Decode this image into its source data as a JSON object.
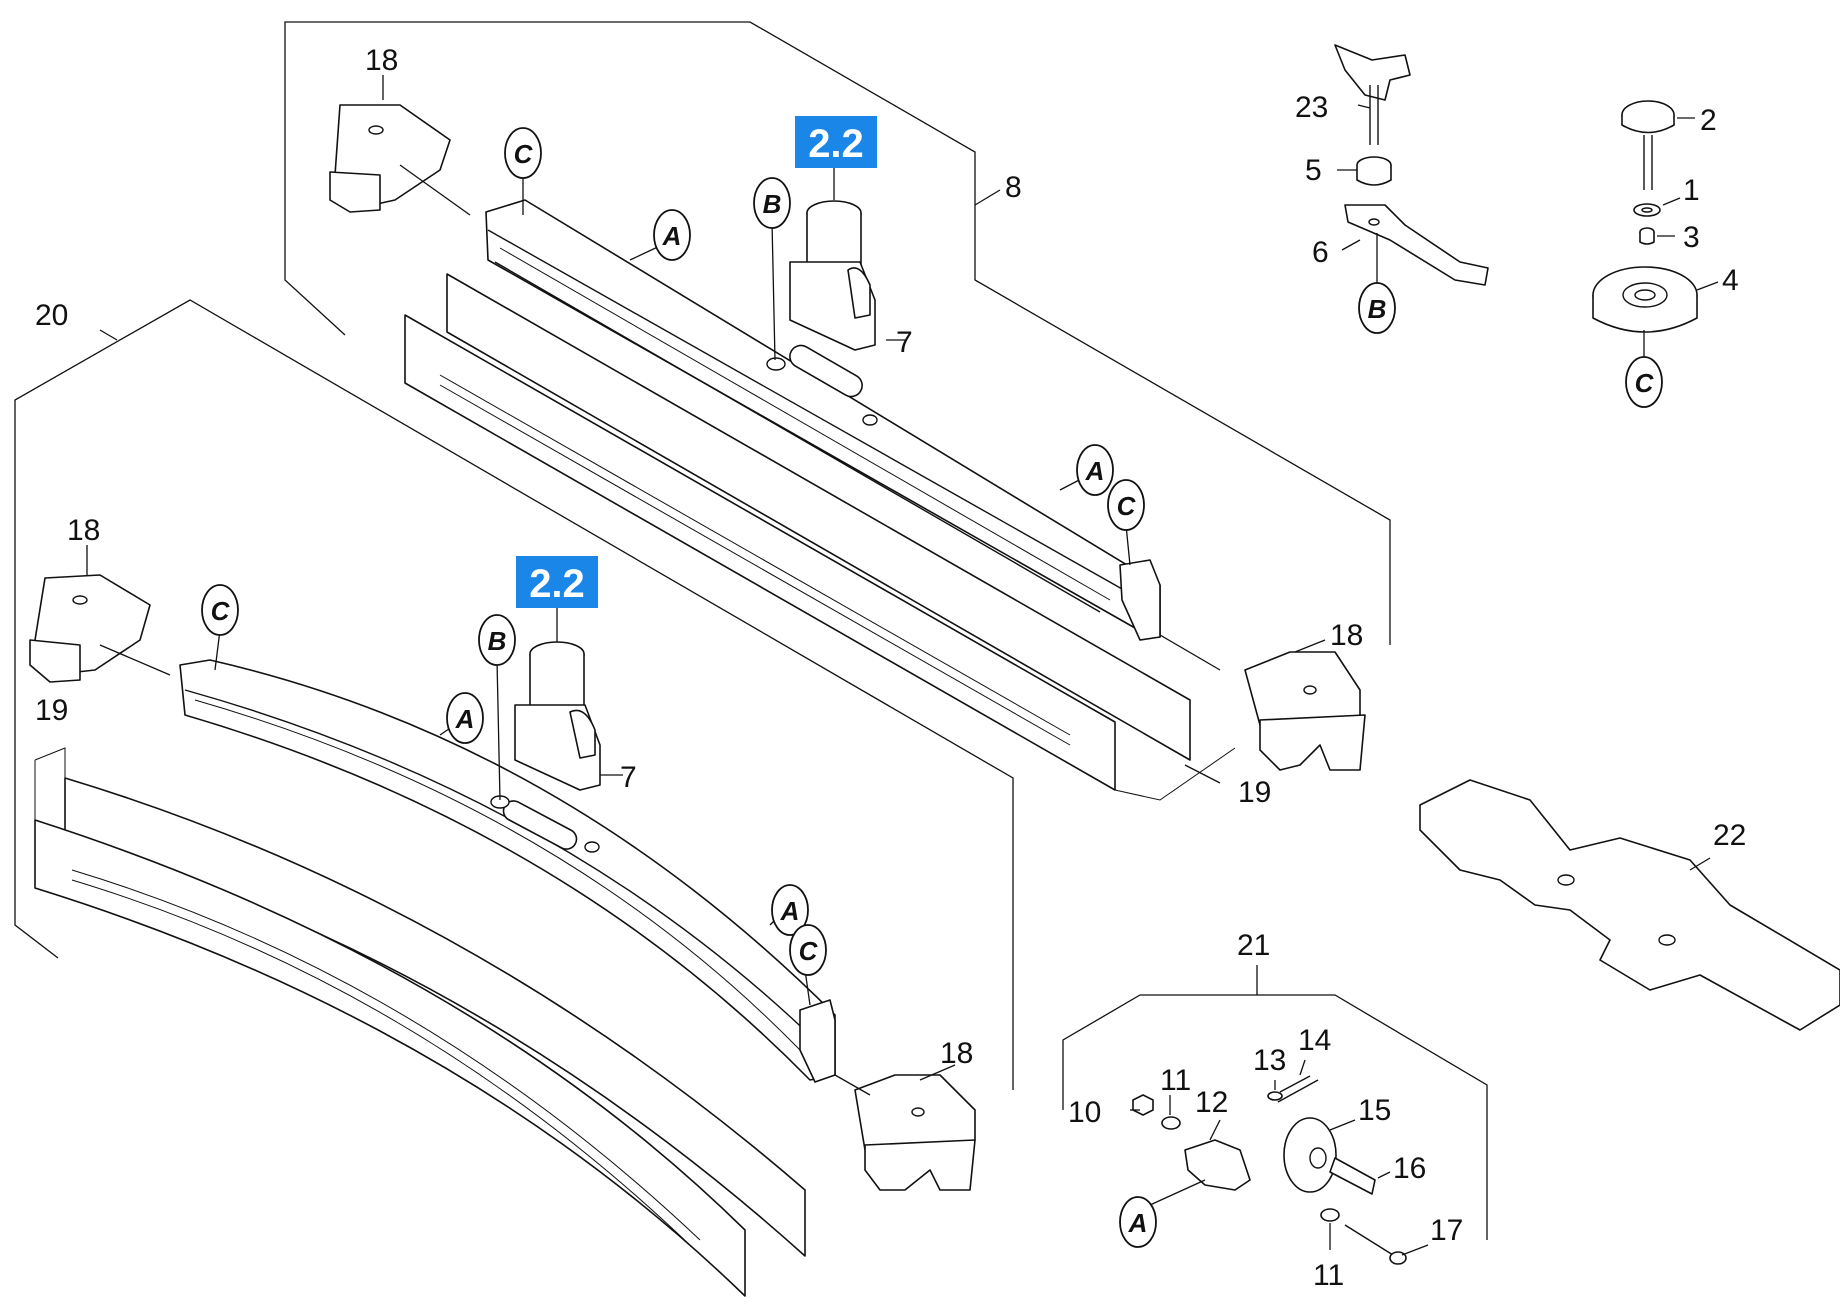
{
  "callouts": {
    "c1": "1",
    "c2": "2",
    "c3": "3",
    "c4": "4",
    "c5": "5",
    "c6": "6",
    "c7_top": "7",
    "c7_bottom": "7",
    "c8": "8",
    "c10": "10",
    "c11_upper": "11",
    "c11_lower": "11",
    "c12": "12",
    "c13": "13",
    "c14": "14",
    "c15": "15",
    "c16": "16",
    "c17": "17",
    "c18_top_left": "18",
    "c18_top_right": "18",
    "c18_bottom_left": "18",
    "c18_bottom_right": "18",
    "c19_top": "19",
    "c19_bottom": "19",
    "c20": "20",
    "c21": "21",
    "c22": "22",
    "c23": "23"
  },
  "refs": {
    "a1": "A",
    "a2": "A",
    "a3": "A",
    "a4": "A",
    "a5": "A",
    "b1": "B",
    "b2": "B",
    "b3": "B",
    "c1": "C",
    "c2": "C",
    "c3": "C",
    "c4": "C",
    "c5": "C"
  },
  "badges": {
    "top": "2.2",
    "bottom": "2.2"
  },
  "colors": {
    "badge": "#1a86e8",
    "line": "#111111",
    "background": "#ffffff"
  }
}
